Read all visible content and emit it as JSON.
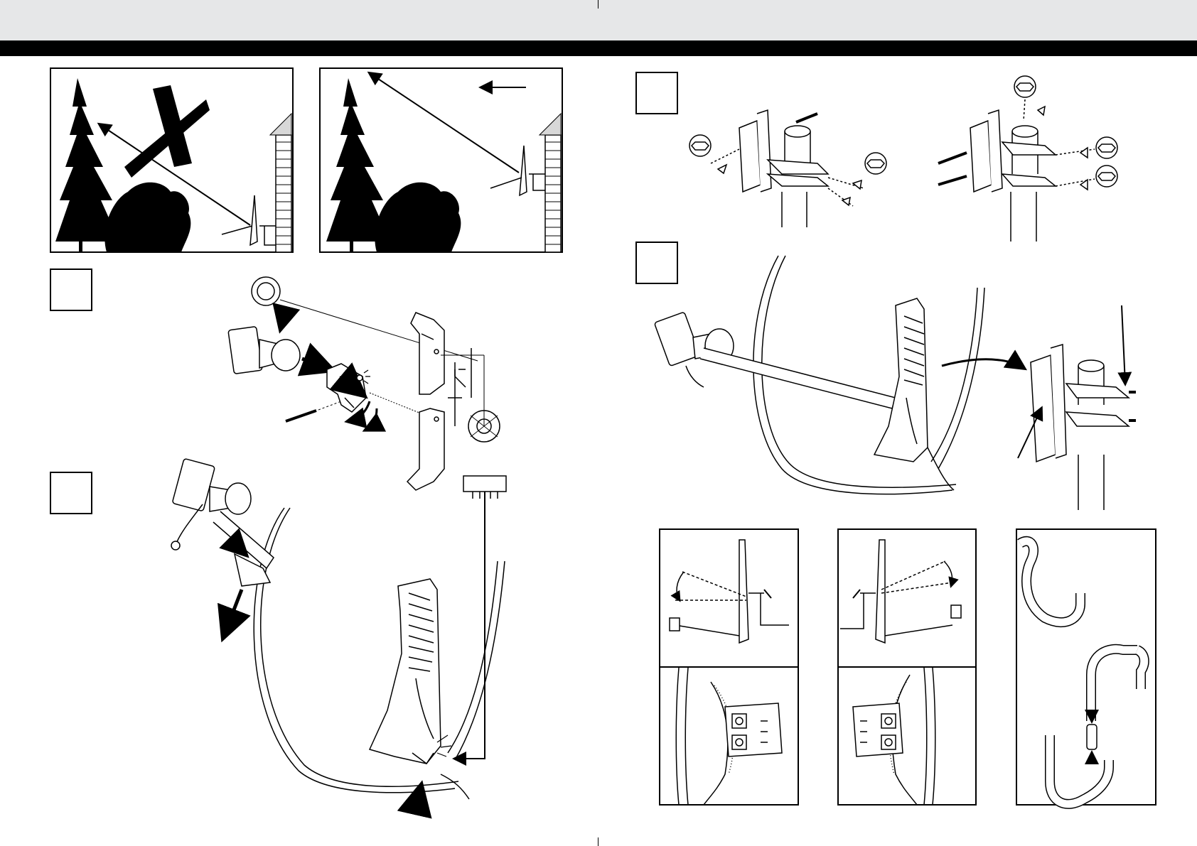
{
  "page": {
    "kind": "satellite dish assembly instruction spread",
    "step_markers": [
      {
        "id": "step-box-1",
        "text": ""
      },
      {
        "id": "step-box-2",
        "text": ""
      },
      {
        "id": "step-box-3",
        "text": ""
      },
      {
        "id": "step-box-4",
        "text": ""
      }
    ]
  },
  "icons": {
    "tree": "tree-icon",
    "bush": "bush-icon",
    "wall": "brick-wall-icon",
    "dish": "satellite-dish-icon",
    "lnb": "lnb-icon",
    "clamp": "mast-clamp-icon",
    "arrow": "arrow-icon"
  },
  "colors": {
    "header_strip": "#e6e7e8",
    "header_bar": "#000000",
    "line": "#000000",
    "fill": "#ffffff"
  }
}
